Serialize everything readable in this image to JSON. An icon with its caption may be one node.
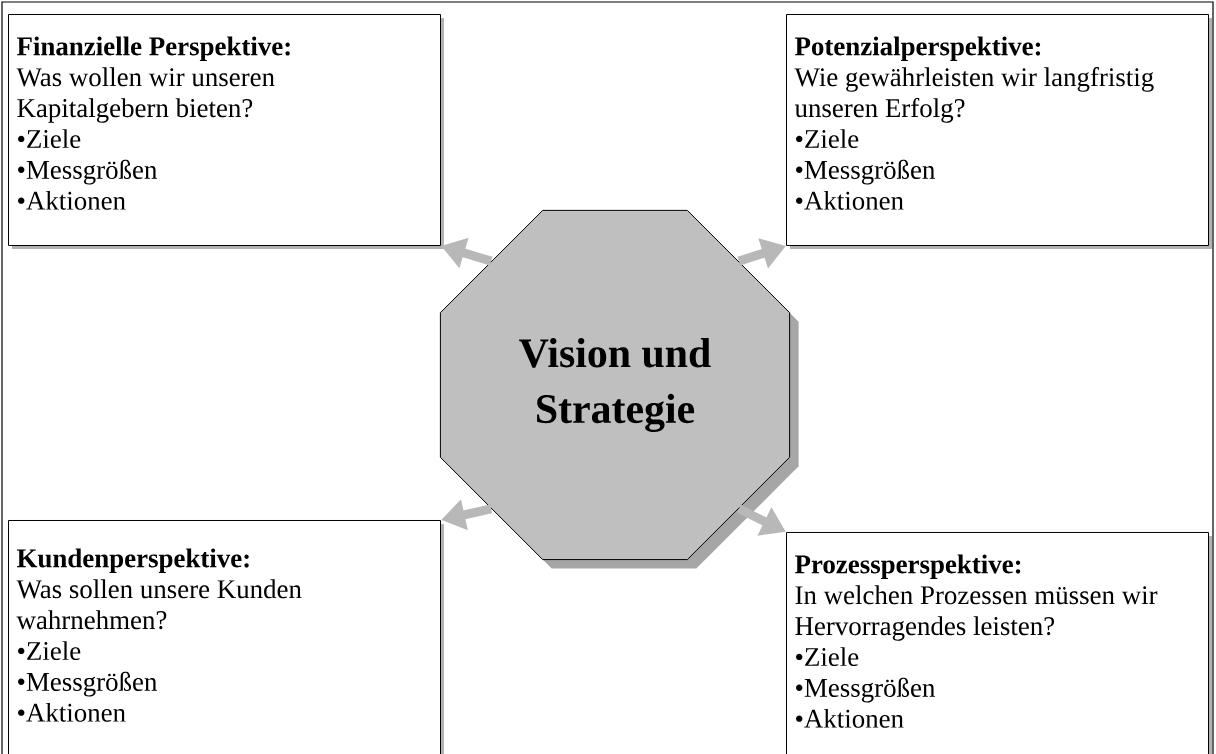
{
  "diagram": {
    "nodes": [
      {
        "text": [
          "Finanzielle Perspektive:",
          "Was wollen wir unseren Kapitalgebern bieten?",
          "•Ziele",
          "•Messgrößen",
          "•Aktionen"
        ]
      },
      {
        "text": [
          "Potenzialperspektive:",
          "Wie gewährleisten wir langfristig unseren Erfolg?",
          "•Ziele",
          "•Messgrößen",
          "•Aktionen"
        ]
      },
      {
        "text": [
          "Vision und Strategie"
        ]
      },
      {
        "text": [
          "Kundenperspektive:",
          "Was sollen unsere Kunden wahrnehmen?",
          "•Ziele",
          "•Messgrößen",
          "•Aktionen"
        ]
      },
      {
        "text": [
          "Prozessperspektive:",
          "In welchen Prozessen müssen wir Hervorragendes leisten?",
          "•Ziele",
          "•Messgrößen",
          "•Aktionen"
        ]
      }
    ],
    "edges": [
      {
        "from": 2,
        "to": 0,
        "arrow": "to"
      },
      {
        "from": 2,
        "to": 1,
        "arrow": "to"
      },
      {
        "from": 2,
        "to": 3,
        "arrow": "to"
      },
      {
        "from": 2,
        "to": 4,
        "arrow": "to"
      }
    ]
  }
}
